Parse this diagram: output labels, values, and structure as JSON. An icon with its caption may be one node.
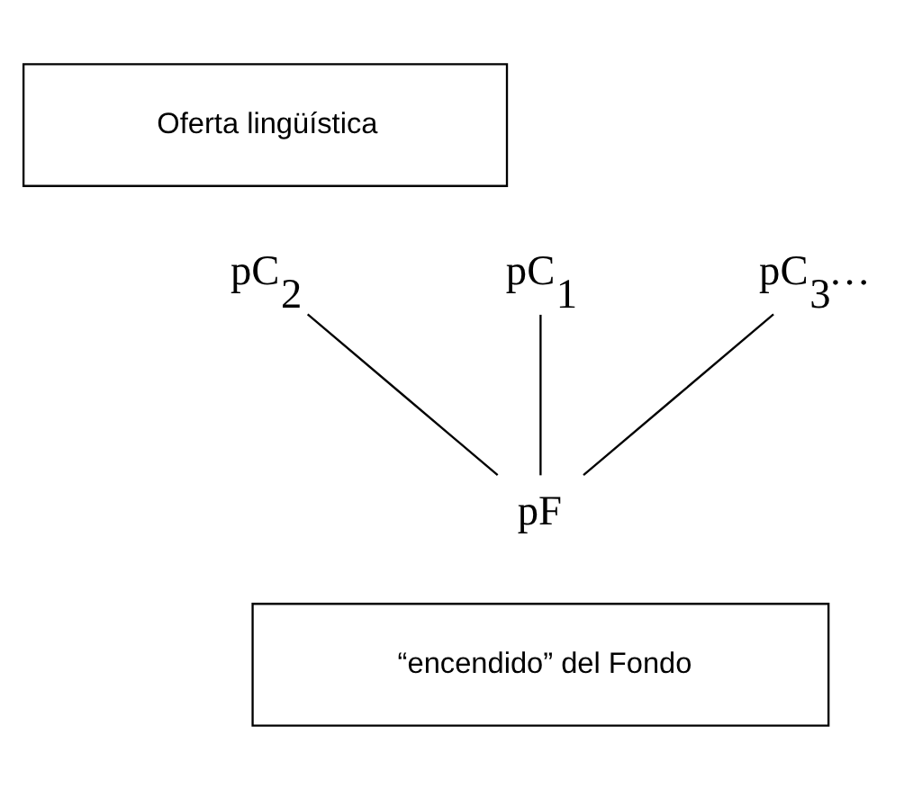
{
  "diagram": {
    "nodes": [
      {
        "text": [
          "Oferta lingüística"
        ]
      },
      {
        "text": [
          "pC$_{1}$"
        ]
      },
      {
        "text": [
          "pC$_{2}$"
        ]
      },
      {
        "text": [
          "pC$_{3}$…"
        ]
      },
      {
        "text": [
          "pF"
        ]
      },
      {
        "text": [
          "“encendido” del Fondo"
        ]
      }
    ],
    "edges": [
      {
        "from": 1,
        "to": 4,
        "arrow": "none"
      },
      {
        "from": 2,
        "to": 4,
        "arrow": "none"
      },
      {
        "from": 3,
        "to": 4,
        "arrow": "none"
      }
    ]
  }
}
